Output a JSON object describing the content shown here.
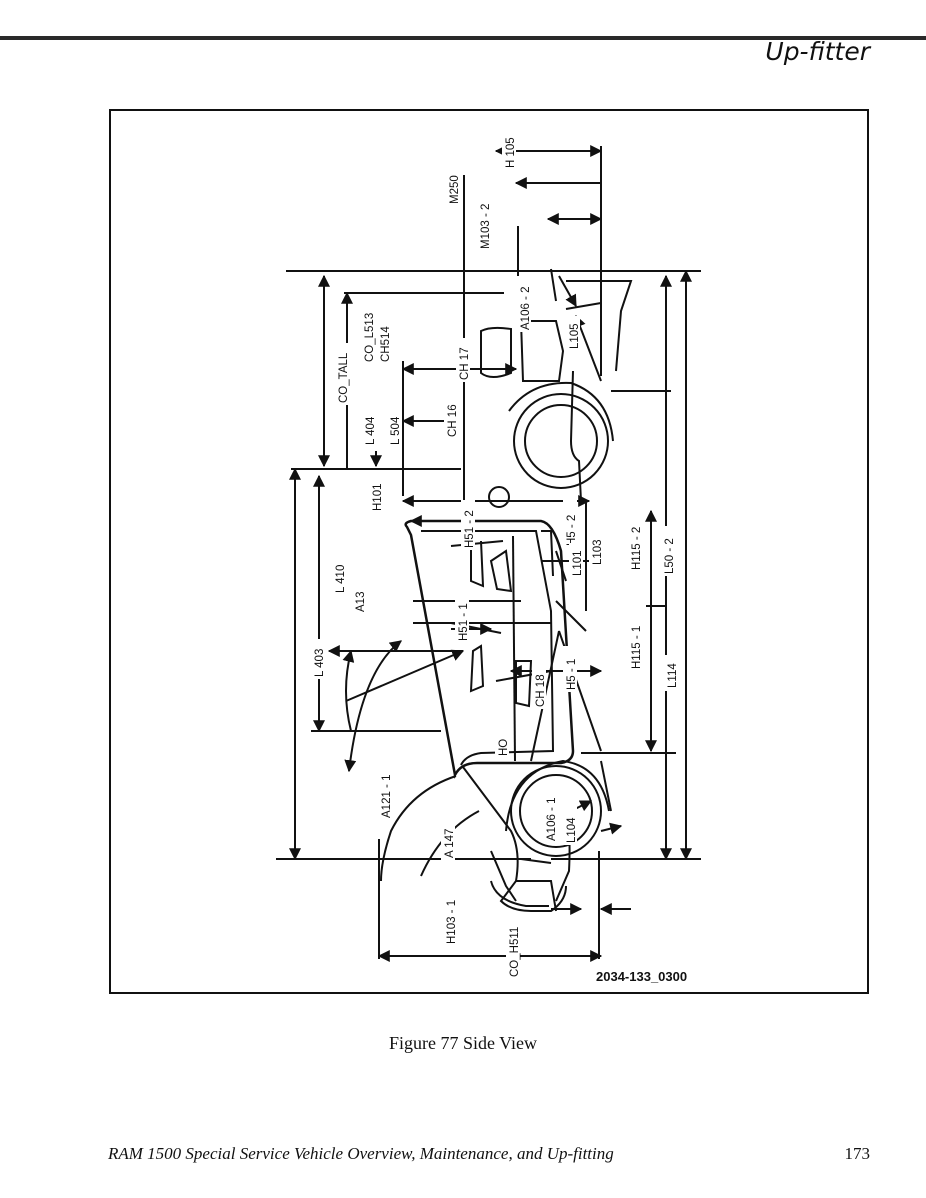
{
  "header": {
    "section_title": "Up-fitter"
  },
  "figure": {
    "id_code": "2034-133_0300",
    "caption": "Figure 77  Side View",
    "dimension_labels": {
      "h105": "H 105",
      "m250": "M250",
      "m103_2": "M103 - 2",
      "a106_2": "A106 - 2",
      "l105": "L105",
      "co_l513": "CO_L513",
      "ch514": "CH514",
      "co_tall": "CO_TALL",
      "ch17": "CH 17",
      "ch16": "CH 16",
      "l404": "L 404",
      "l504": "L 504",
      "h101": "H101",
      "h51_2": "H51 - 2",
      "h5_2": "H5 - 2",
      "l101": "L101",
      "l103": "L103",
      "h115_2": "H115 - 2",
      "l50_2": "L50 - 2",
      "l410": "L 410",
      "a13": "A13",
      "h51_1": "H51 - 1",
      "h115_1": "H115 - 1",
      "l403": "L 403",
      "ch18": "CH 18",
      "h5_1": "H5 - 1",
      "l114": "L114",
      "ho": "HO",
      "a121_1": "A121 - 1",
      "a106_1": "A106 - 1",
      "l104": "L104",
      "a147": "A 147",
      "h103_1": "H103 - 1",
      "co_h511": "CO_H511"
    }
  },
  "footer": {
    "document_title": "RAM 1500 Special Service Vehicle Overview, Maintenance, and Up-fitting",
    "page_number": "173"
  }
}
